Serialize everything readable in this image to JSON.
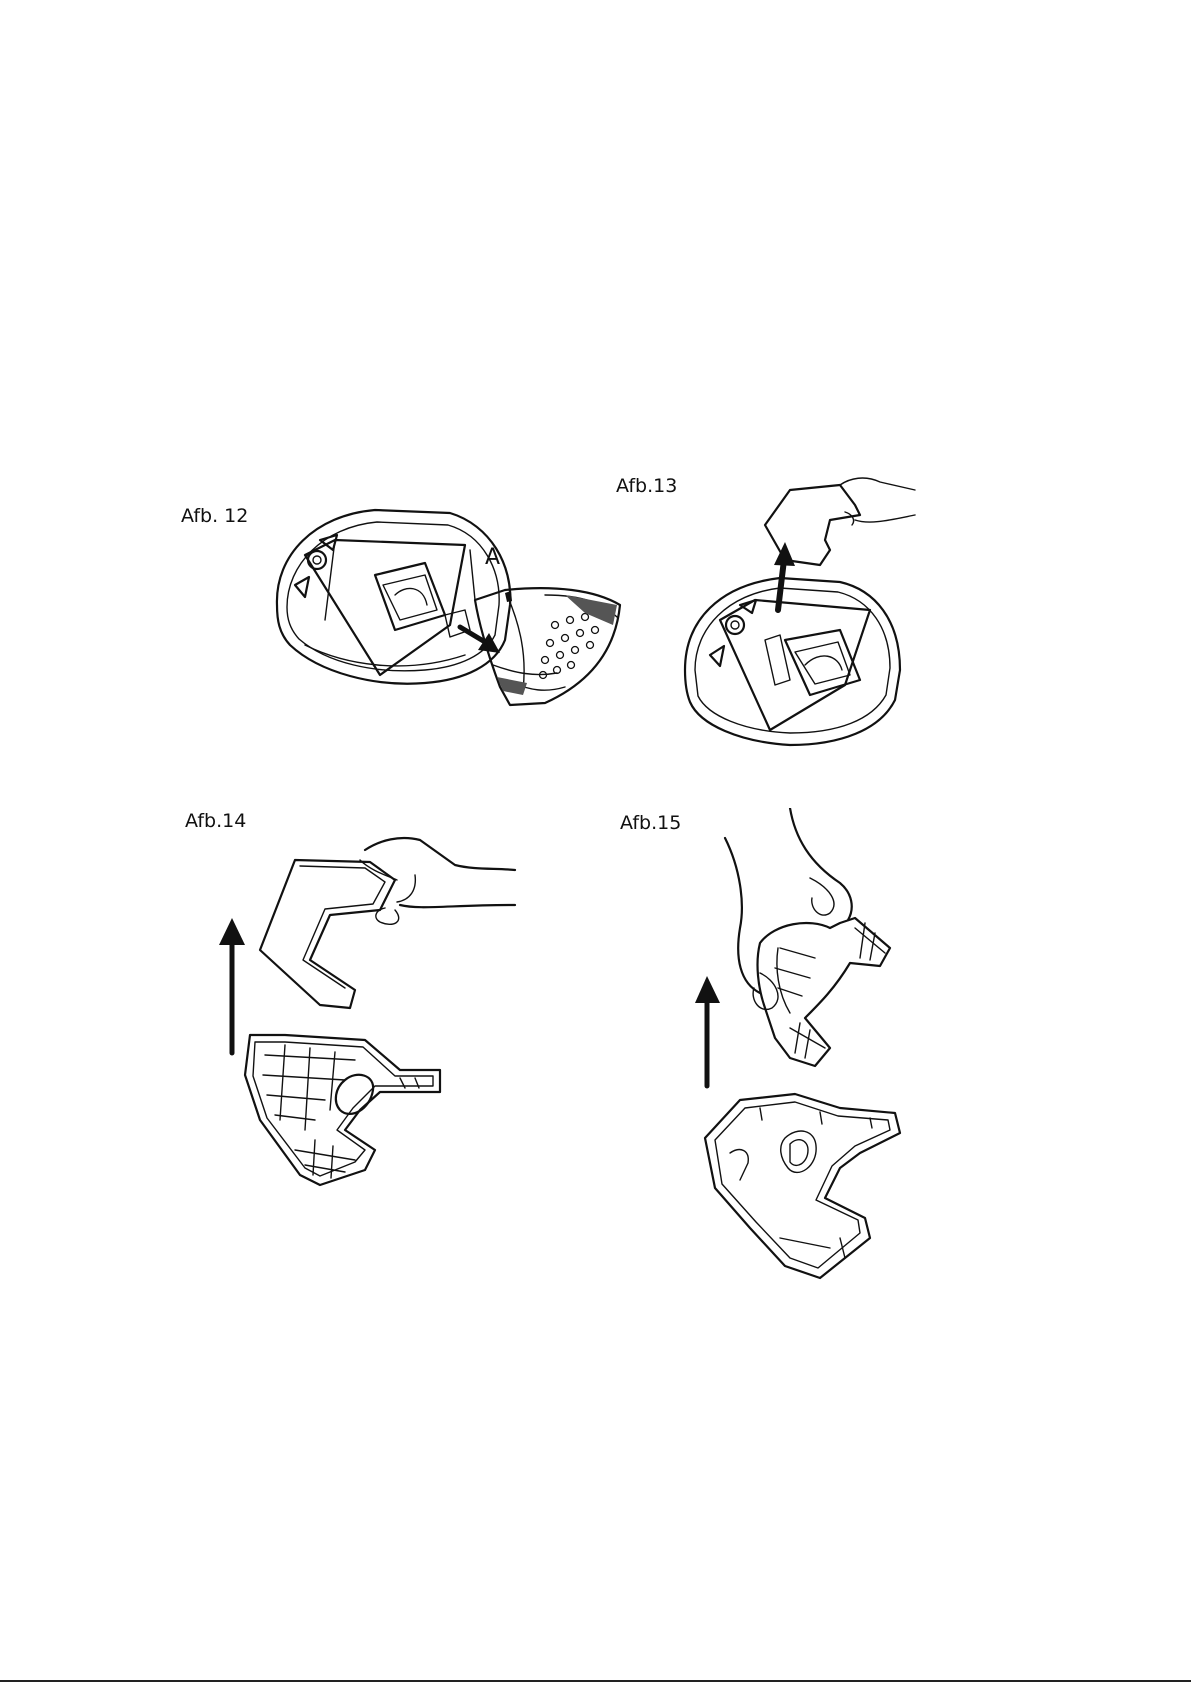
{
  "figures": {
    "fig12": {
      "caption": "Afb. 12",
      "callout": "A"
    },
    "fig13": {
      "caption": "Afb.13"
    },
    "fig14": {
      "caption": "Afb.14"
    },
    "fig15": {
      "caption": "Afb.15"
    }
  }
}
